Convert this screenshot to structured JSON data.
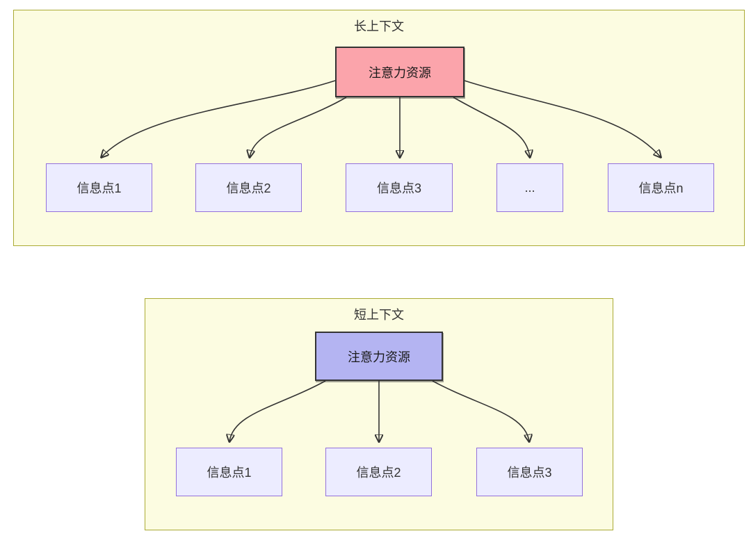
{
  "diagram_type": "attention-allocation-comparison",
  "colors": {
    "container_fill": "#fcfce1",
    "container_border": "#aaaa33",
    "attention_long_fill": "#fba4ab",
    "attention_short_fill": "#b4b4f2",
    "info_fill": "#ececff",
    "info_border": "#9370db",
    "edge_stroke": "#333333",
    "text": "#333333"
  },
  "sections": [
    {
      "title": "长上下文",
      "attention_label": "注意力资源",
      "children": [
        "信息点1",
        "信息点2",
        "信息点3",
        "...",
        "信息点n"
      ]
    },
    {
      "title": "短上下文",
      "attention_label": "注意力资源",
      "children": [
        "信息点1",
        "信息点2",
        "信息点3"
      ]
    }
  ]
}
